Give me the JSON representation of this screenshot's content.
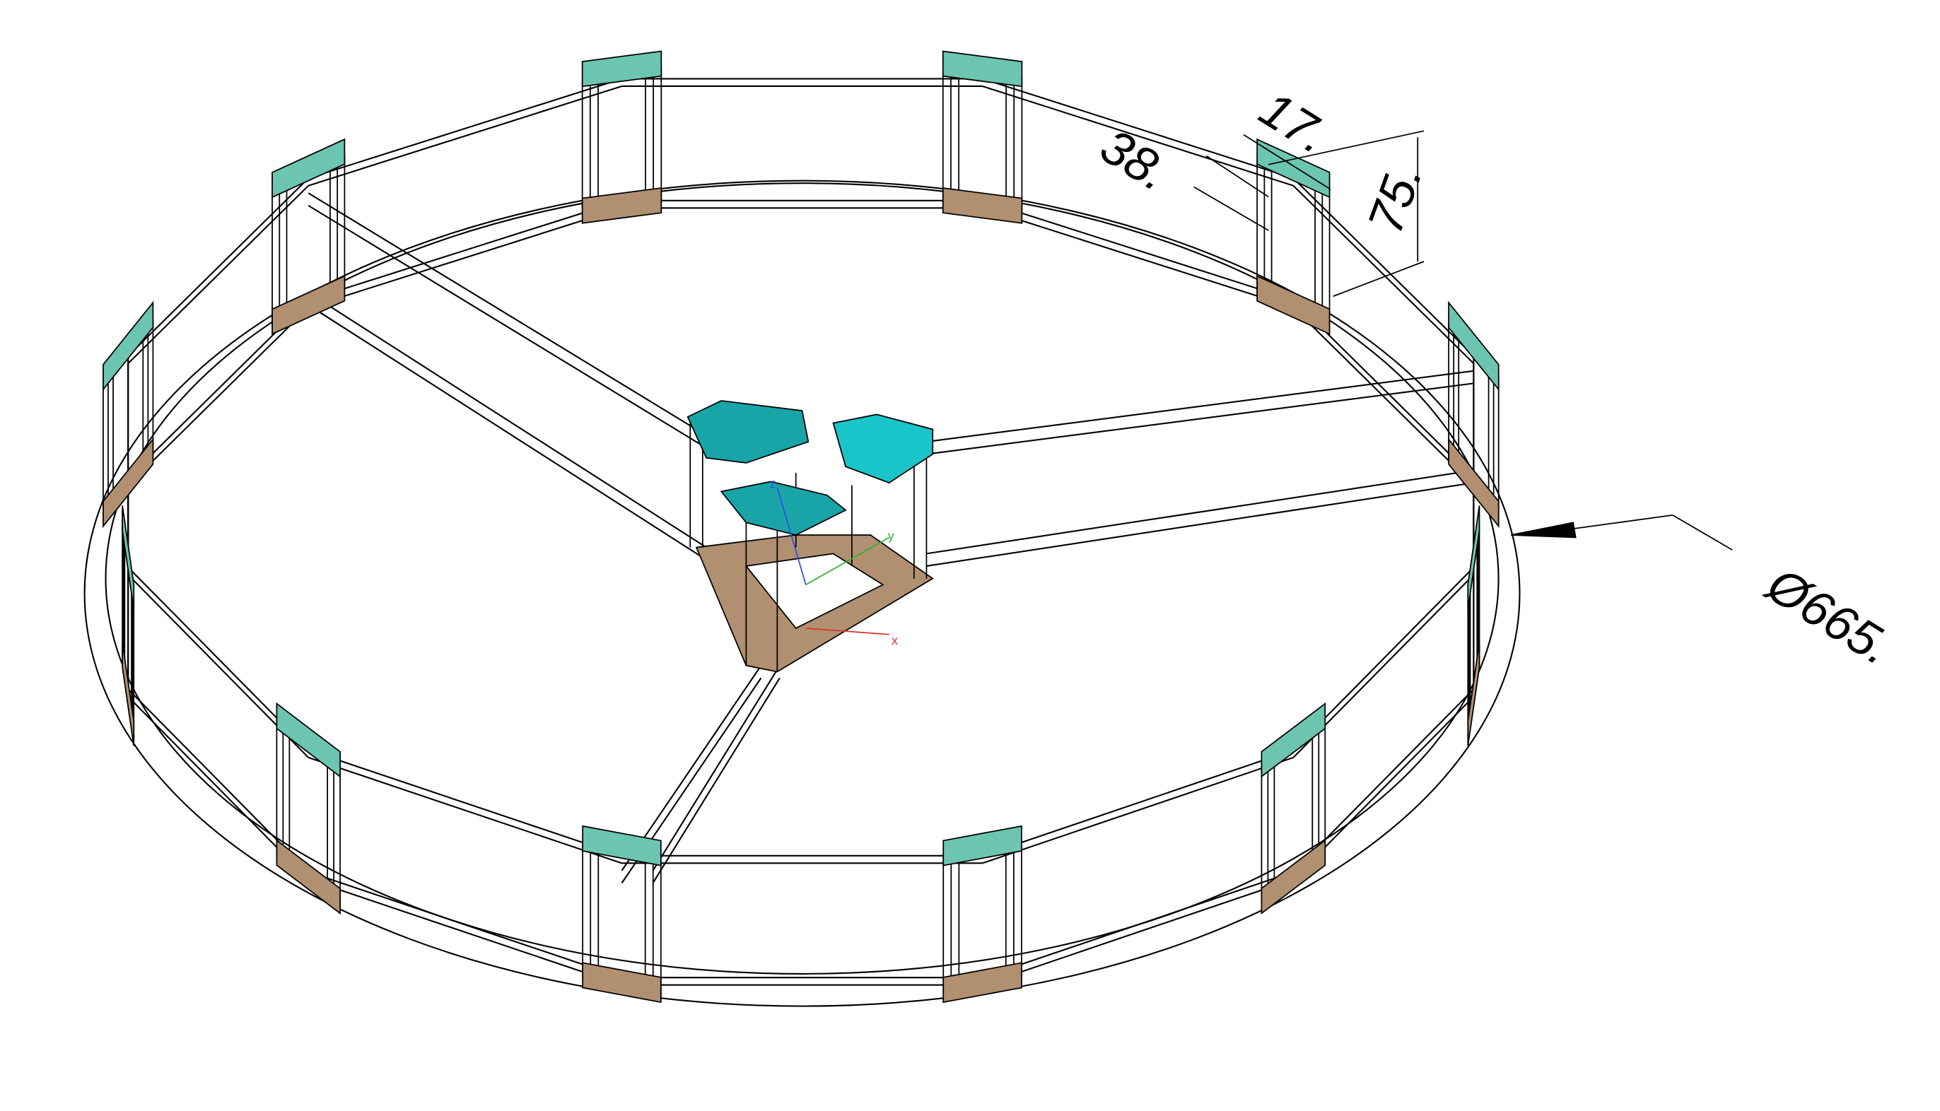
{
  "dimensions": {
    "width": "17.",
    "depth": "38.",
    "height": "75.",
    "diameter": "Ø665."
  },
  "axes": {
    "x": "x",
    "y": "y",
    "z": "z"
  },
  "colors": {
    "post_top": "#6cc5b0",
    "post_bottom": "#b09070",
    "hub_top": "#19a5a8",
    "line": "#000000",
    "axis_x": "#e03030",
    "axis_y": "#30b030",
    "axis_z": "#3050e0"
  }
}
